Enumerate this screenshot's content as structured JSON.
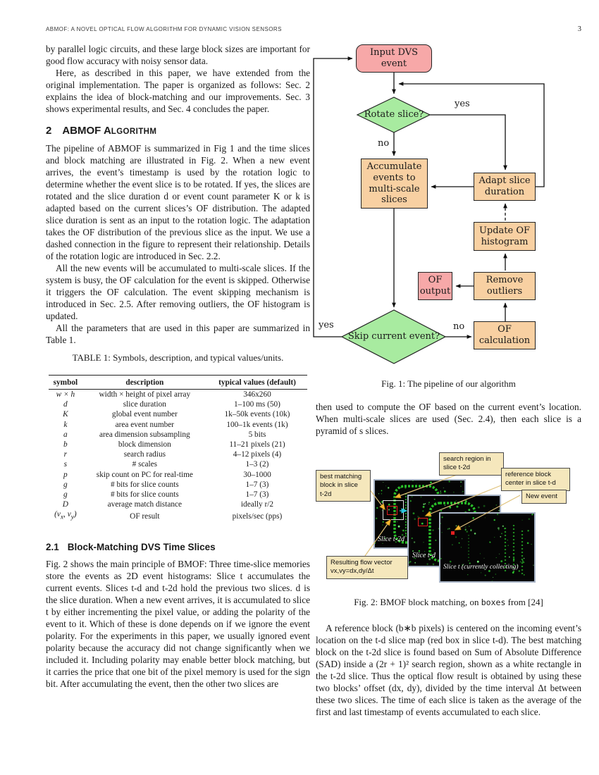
{
  "header": {
    "running_title": "ABMOF: A NOVEL OPTICAL FLOW ALGORITHM FOR DYNAMIC VISION SENSORS",
    "page_number": "3"
  },
  "left_column": {
    "para1": "by parallel logic circuits, and these large block sizes are important for good flow accuracy with noisy sensor data.",
    "para2": "Here, as described in this paper, we have extended from the original implementation. The paper is organized as follows: Sec. 2 explains the idea of block-matching and our improvements. Sec. 3 shows experimental results, and Sec. 4 concludes the paper.",
    "section2": {
      "number": "2",
      "main": "ABMOF A",
      "caps": "LGORITHM"
    },
    "para3": "The pipeline of ABMOF is summarized in Fig 1 and the time slices and block matching are illustrated in Fig. 2. When a new event arrives, the event’s timestamp is used by the rotation logic to determine whether the event slice is to be rotated. If yes, the slices are rotated and the slice duration d or event count parameter K or k is adapted based on the current slices’s OF distribution. The adapted slice duration is sent as an input to the rotation logic. The adaptation takes the OF distribution of the previous slice as the input. We use a dashed connection in the figure to represent their relationship. Details of the rotation logic are introduced in Sec. 2.2.",
    "para4": "All the new events will be accumulated to multi-scale slices. If the system is busy, the OF calculation for the event is skipped. Otherwise it triggers the OF calculation. The event skipping mechanism is introduced in Sec. 2.5. After removing outliers, the OF histogram is updated.",
    "para5": "All the parameters that are used in this paper are summarized in Table 1.",
    "table": {
      "caption": "TABLE 1: Symbols, description, and typical values/units.",
      "columns": [
        "symbol",
        "description",
        "typical values (default)"
      ],
      "rows": [
        [
          "w × h",
          "width × height of pixel array",
          "346x260"
        ],
        [
          "d",
          "slice duration",
          "1–100 ms (50)"
        ],
        [
          "K",
          "global event number",
          "1k–50k events (10k)"
        ],
        [
          "k",
          "area event number",
          "100–1k events (1k)"
        ],
        [
          "a",
          "area dimension subsampling",
          "5 bits"
        ],
        [
          "b",
          "block dimension",
          "11–21 pixels (21)"
        ],
        [
          "r",
          "search radius",
          "4–12 pixels (4)"
        ],
        [
          "s",
          "# scales",
          "1–3 (2)"
        ],
        [
          "p",
          "skip count on PC for real-time",
          "30–1000"
        ],
        [
          "g",
          "# bits for slice counts",
          "1–7 (3)"
        ],
        [
          "g",
          "# bits for slice counts",
          "1–7 (3)"
        ],
        [
          "D",
          "average match distance",
          "ideally r/2"
        ],
        [
          "(v_x, v_y)",
          "OF result",
          "pixels/sec (pps)"
        ]
      ]
    },
    "section21": {
      "number": "2.1",
      "title": "Block-Matching DVS Time Slices"
    },
    "para6": "Fig. 2 shows the main principle of BMOF: Three time-slice memories store the events as 2D event histograms: Slice t accumulates the current events. Slices t-d and t-2d hold the previous two slices. d is the slice duration. When a new event arrives, it is accumulated to slice t by either incrementing the pixel value, or adding the polarity of the event to it. Which of these is done depends on if we ignore the event polarity. For the experiments in this paper, we usually ignored event polarity because the accuracy did not change significantly when we included it. Including polarity may enable better block matching, but it carries the price that one bit of the pixel memory is used for the sign bit. After accumulating the event, then the other two slices are"
  },
  "right_column": {
    "figure1": {
      "caption": "Fig. 1: The pipeline of our algorithm",
      "nodes": {
        "input": "Input DVS event",
        "rotate": "Rotate slice?",
        "accumulate": "Accumulate events to multi-scale slices",
        "adapt": "Adapt slice duration",
        "update": "Update OF histogram",
        "of_output": "OF output",
        "remove": "Remove outliers",
        "skip": "Skip current event?",
        "of_calc": "OF calculation"
      },
      "edge_labels": {
        "rotate_yes": "yes",
        "rotate_no": "no",
        "skip_yes": "yes",
        "skip_no": "no"
      },
      "colors": {
        "pink": "#f7a8a8",
        "green": "#a8eba0",
        "orange": "#f8d0a2"
      }
    },
    "para_then": "then used to compute the OF based on the current event’s location. When multi-scale slices are used (Sec. 2.4), then each slice is a pyramid of s slices.",
    "figure2": {
      "caption_pre": "Fig. 2: BMOF block matching, on ",
      "caption_code": "boxes",
      "caption_post": " from [24]",
      "labels": {
        "search_region": "search region in\nslice t-2d",
        "best_matching": "best matching\nblock in slice\nt-2d",
        "reference_block": "reference block\ncenter in slice t-d",
        "new_event": "New event",
        "resulting_flow": "Resulting flow vector\nvx,vy=dx,dy/Δt"
      },
      "slice_labels": {
        "t2d": "Slice t-2d",
        "td": "Slice t-d",
        "t": "Slice t (currently collecting)"
      }
    },
    "para_ref": "A reference block (b∗b pixels) is centered on the incoming event’s location on the t-d slice map (red box in slice t-d). The best matching block on the t-2d slice is found based on Sum of Absolute Difference (SAD) inside a (2r + 1)² search region, shown as a white rectangle in the t-2d slice. Thus the optical flow result is obtained by using these two blocks’ offset (dx, dy), divided by the time interval Δt between these two slices. The time of each slice is taken as the average of the first and last timestamp of events accumulated to each slice."
  }
}
